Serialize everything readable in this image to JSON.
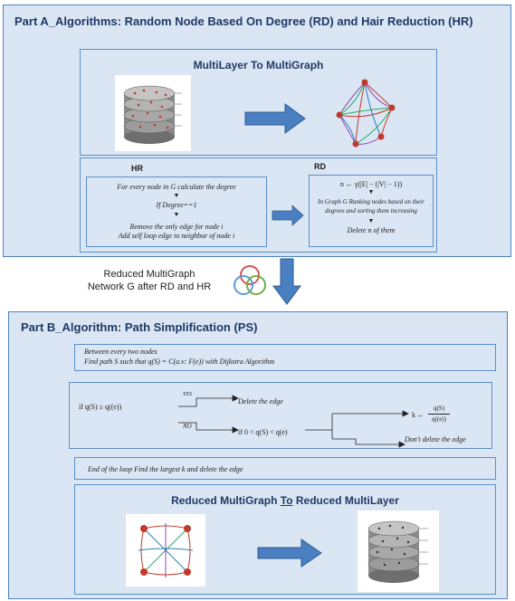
{
  "part_a": {
    "title": "Part A_Algorithms: Random Node Based On Degree (RD) and Hair Reduction (HR)",
    "multilayer_box": {
      "title": "MultiLayer To MultiGraph"
    },
    "hr": {
      "label": "HR",
      "line1": "For every node in G calculate the degree",
      "line2": "If Degree==1",
      "line3": "Remove the only edge for node i",
      "line4": "Add self loop edge to neighbur of node i"
    },
    "rd": {
      "label": "RD",
      "formula": "n ← γ(|E| − (|V| − 1))",
      "line1": "In Graph G Ranking nodes based on their",
      "line2": "degrees and sorting them increasing",
      "line3": "Delete n of them"
    }
  },
  "middle": {
    "line1": "Reduced MultiGraph",
    "line2": "Network G after RD and HR"
  },
  "part_b": {
    "title": "Part B_Algorithm: Path Simplification (PS)",
    "box1_line1": "Between every two nodes",
    "box1_line2": "Find path S such that q(S) = C(u.v: F(e)) with Dijkstra Algorithm",
    "cond": "if q(S) ≥ q((e))",
    "yes": "YES",
    "no": "NO",
    "delete_edge": "Delete the edge",
    "cond2": "if 0 < q(S) < q(e)",
    "k_label": "k ←",
    "k_num": "q(S)",
    "k_den": "q((e))",
    "dont_delete": "Don't delete the edge",
    "end_loop": "End of the loop Find the largest k and delete the edge",
    "reduced_box": {
      "title_a": "Reduced MultiGraph ",
      "title_to": "To",
      "title_b": " Reduced MultiLayer"
    }
  },
  "colors": {
    "panel": "#dbe6f4",
    "border": "#4f81bd",
    "title": "#1f3864",
    "arrow": "#4a7fc1"
  }
}
